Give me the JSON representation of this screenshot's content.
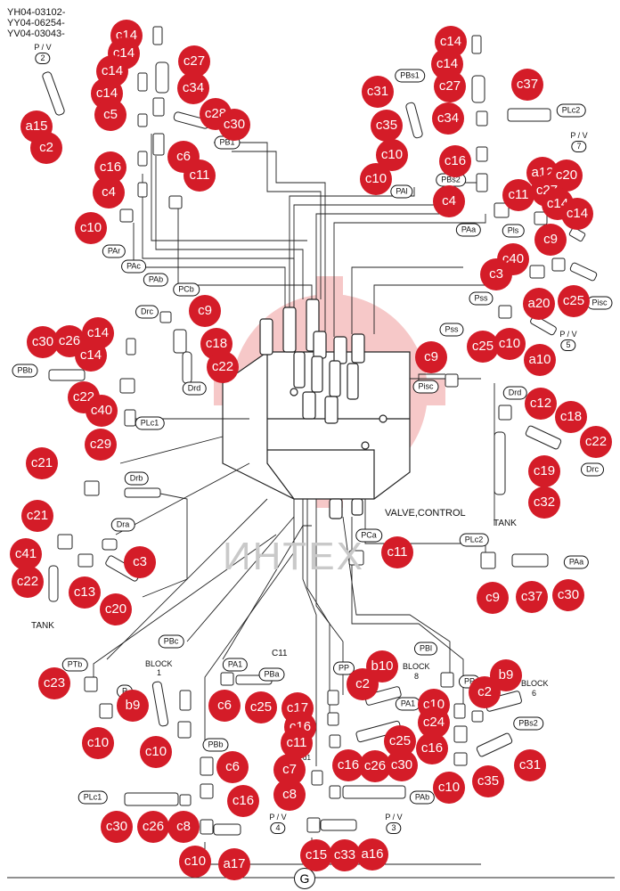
{
  "header_lines": [
    "YH04-03102-",
    "YY04-06254-",
    "YV04-03043-"
  ],
  "watermark": "ИНТЕХ",
  "footer_mark": "G",
  "valve_label": "VALVE,CONTROL",
  "labels": {
    "c11_top": "C11",
    "block1": "BLOCK",
    "block1_num": "1",
    "block8": "BLOCK",
    "block8_num": "8",
    "block6": "BLOCK",
    "block6_num": "6",
    "tank_right": "TANK",
    "tank_left": "TANK",
    "d1": "d1"
  },
  "pv": {
    "pv2": "P / V",
    "pv2_n": "2",
    "pv7": "P / V",
    "pv7_n": "7",
    "pv5": "P / V",
    "pv5_n": "5",
    "pv4": "P / V",
    "pv4_n": "4",
    "pv3": "P / V",
    "pv3_n": "3"
  },
  "tags": {
    "PBs1": "PBs1",
    "PLc2_tr": "PLc2",
    "PBs2_top": "PBs2",
    "PAl": "PAl",
    "PAa": "PAa",
    "Pls": "Pls",
    "Pss_a": "Pss",
    "Pss_b": "Pss",
    "Pisc_r": "Pisc",
    "Pisc_m": "Pisc",
    "PAr": "PAr",
    "PAc": "PAc",
    "PAb_top": "PAb",
    "PCb": "PCb",
    "PB1": "PB1",
    "Drc_top": "Drc",
    "Drd_top": "Drd",
    "PBb": "PBb",
    "PLc1_left": "PLc1",
    "Drb": "Drb",
    "Dra": "Dra",
    "Drd_r": "Drd",
    "Drc_r": "Drc",
    "PCa": "PCa",
    "PLc2_mid": "PLc2",
    "PAa_mid": "PAa",
    "PTb": "PTb",
    "PBc": "PBc",
    "PA1_a": "PA1",
    "PBa": "PBa",
    "PBb_low": "PBb",
    "PBl": "PBl",
    "PP_a": "PP",
    "PP_b": "PP",
    "PA1_b": "PA1",
    "PBs2_low": "PBs2",
    "PLc1_low": "PLc1",
    "PAb_low": "PAb",
    "P_left": "P"
  },
  "badges": {
    "b01": "c14",
    "b02": "c14",
    "b03": "c27",
    "b04": "c14",
    "b05": "c34",
    "b06": "c14",
    "b07": "c5",
    "b08": "c28",
    "b09": "c30",
    "b10": "a15",
    "b11": "c2",
    "b12": "c16",
    "b13": "c6",
    "b14": "c11",
    "b15": "c4",
    "b16": "c10",
    "b17": "c14",
    "b18": "c14",
    "b19": "c27",
    "b20": "c37",
    "b21": "c31",
    "b22": "c35",
    "b23": "c34",
    "b24": "c10",
    "b25": "c16",
    "b26": "c10",
    "b27": "c4",
    "b28": "a12",
    "b29": "c20",
    "b30": "c11",
    "b31": "c27",
    "b32": "c14",
    "b33": "c14",
    "b34": "c9",
    "b35": "c40",
    "b36": "c3",
    "b37": "a20",
    "b38": "c25",
    "b39": "c10",
    "b40": "a10",
    "b41": "c25",
    "b42": "c9",
    "b43": "c9",
    "b44": "c30",
    "b45": "c26",
    "b46": "c14",
    "b47": "c18",
    "b48": "c14",
    "b49": "c22",
    "b50": "c22",
    "b51": "c40",
    "b52": "c29",
    "b53": "c21",
    "b54": "c21",
    "b55": "c41",
    "b56": "c22",
    "b57": "c13",
    "b58": "c3",
    "b59": "c20",
    "b60": "c12",
    "b61": "c18",
    "b62": "c22",
    "b63": "c19",
    "b64": "c32",
    "b65": "c11",
    "b66": "c9",
    "b67": "c37",
    "b68": "c30",
    "b69": "c23",
    "b70": "b9",
    "b71": "c10",
    "b72": "c6",
    "b73": "c25",
    "b74": "c10",
    "b75": "c6",
    "b76": "c16",
    "b77": "c30",
    "b78": "c26",
    "b79": "c8",
    "b80": "c10",
    "b81": "a17",
    "b82": "c17",
    "b83": "c16",
    "b84": "c11",
    "b85": "c7",
    "b86": "c16",
    "b87": "c8",
    "b88": "c26",
    "b89": "c30",
    "b90": "c15",
    "b91": "c33",
    "b92": "a16",
    "b93": "b10",
    "b94": "c2",
    "b95": "c10",
    "b96": "c24",
    "b97": "c16",
    "b98": "c25",
    "b99": "b9",
    "b100": "c2",
    "b101": "c10",
    "b102": "c35",
    "b103": "c31"
  }
}
